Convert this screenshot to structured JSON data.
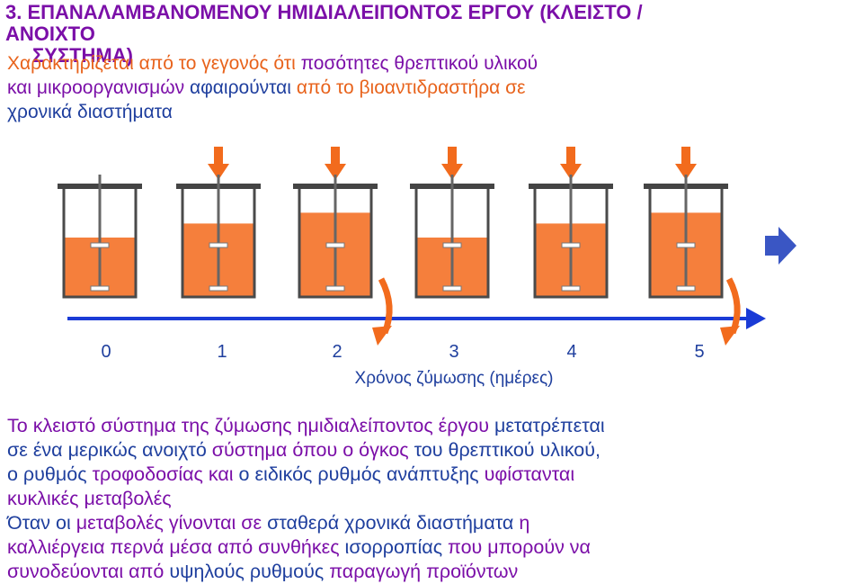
{
  "title": {
    "line1": "3. ΕΠΑΝΑΛΑΜΒΑΝΟΜΕΝΟΥ ΗΜΙΔΙΑΛΕΙΠΟΝΤΟΣ ΕΡΓΟΥ (ΚΛΕΙΣΤΟ /",
    "line2": "ΑΝΟΙΧΤΟ",
    "line3": "ΣΥΣΤΗΜΑ)"
  },
  "intro": {
    "s1": "Χαρακτηρίζεται από το γεγονός ότι ",
    "s2": "ποσότητες θρεπτικού υλικού",
    "s3": "και μικροοργανισμών ",
    "s4": "αφαιρούνται ",
    "s5": "από το βιοαντιδραστήρα σε",
    "s6": "χρονικά διαστήματα"
  },
  "diagram": {
    "ticks": [
      "0",
      "1",
      "2",
      "3",
      "4",
      "5"
    ],
    "axis_label": "Χρόνος ζύμωσης (ημέρες)",
    "liquid_levels": [
      0.55,
      0.68,
      0.78,
      0.55,
      0.68,
      0.78
    ],
    "colors": {
      "liquid": "#f57f3c",
      "arrow": "#f26b1d",
      "axis": "#1a3bd6",
      "vessel": "#4a4a4a",
      "flow_arrow": "#3a56c4"
    }
  },
  "paragraph": {
    "p1": "Το κλειστό σύστημα της ζύμωσης ημιδιαλείποντος έργου ",
    "p2": "μετατρέπεται",
    "p3": "σε ένα μερικώς ανοιχτό ",
    "p4": "σύστημα όπου ο όγκος ",
    "p5": "του θρεπτικού υλικού,",
    "p6": "ο ρυθμός ",
    "p7": "τροφοδοσίας και ",
    "p8": "ο ειδικός ρυθμός ανάπτυξης ",
    "p9": "υφίστανται",
    "p10": "κυκλικές μεταβολές",
    "p11": "Όταν οι ",
    "p12": "μεταβολές ",
    "p13": "γίνονται σε ",
    "p14": "σταθερά χρονικά διαστήματα ",
    "p15": "η",
    "p16": "καλλιέργεια περνά μέσα από ",
    "p17": "συνθήκες ",
    "p18": "ισορροπίας ",
    "p19": "που μπορούν να",
    "p20": "συνοδεύονται από ",
    "p21": "υψηλούς ρυθμούς ",
    "p22": "παραγωγή προϊόντων"
  }
}
